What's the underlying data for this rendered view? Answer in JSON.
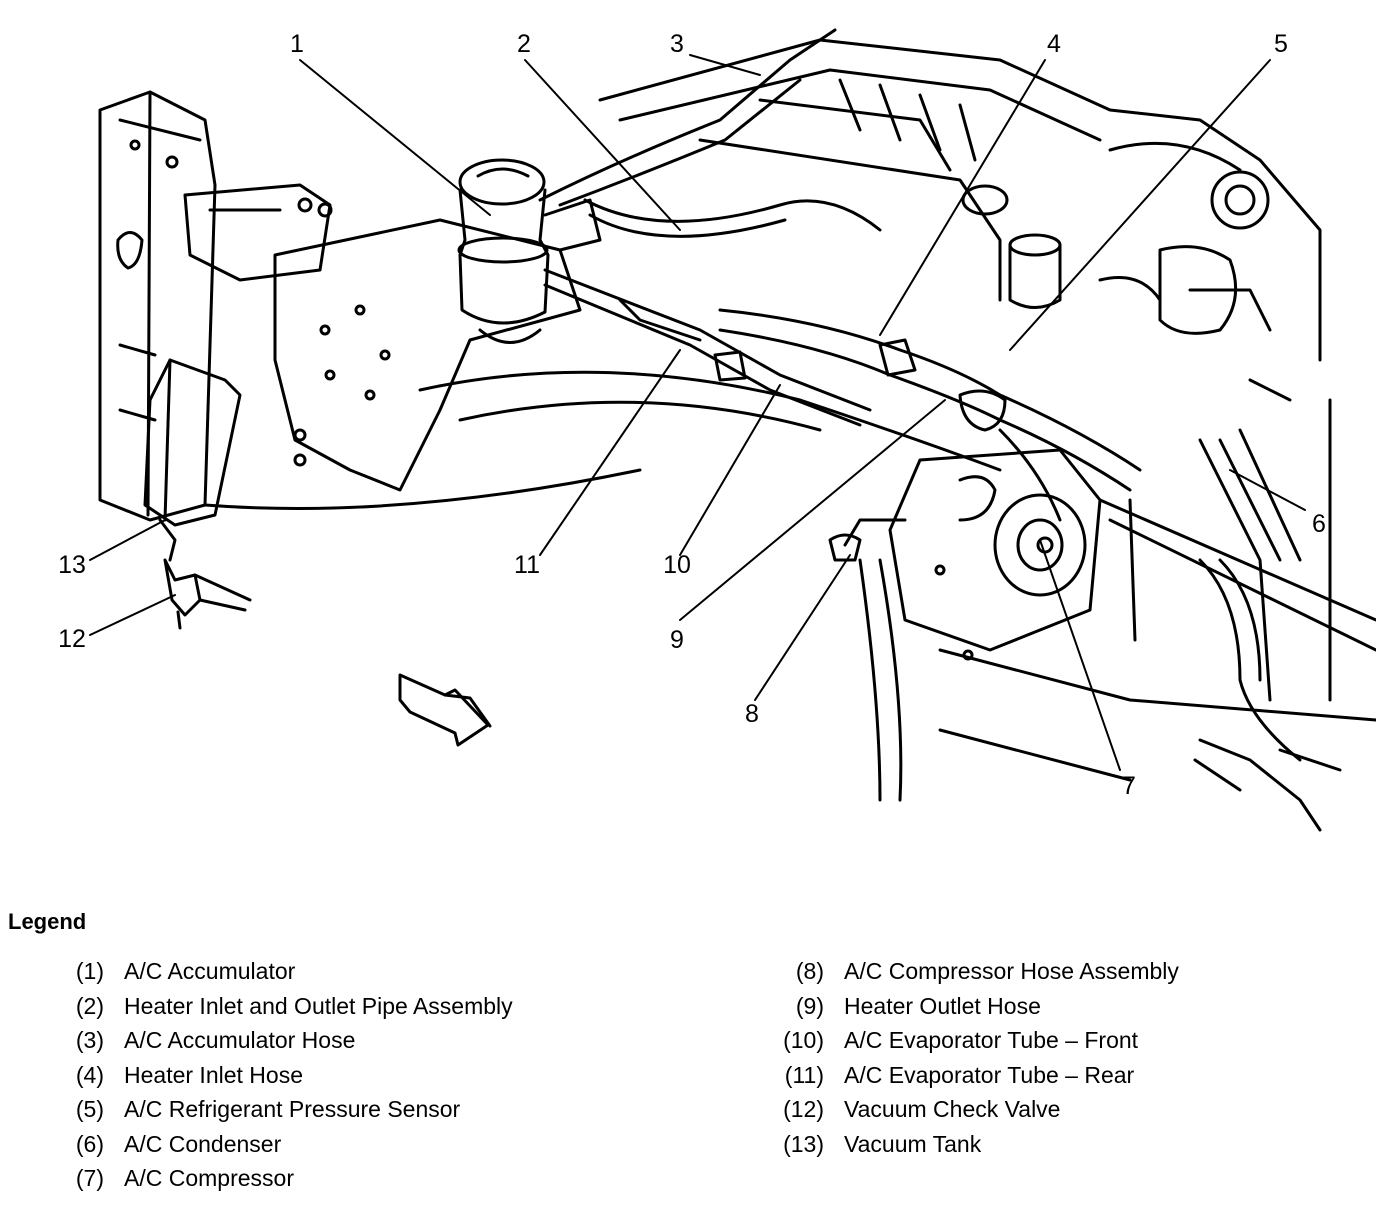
{
  "callouts": [
    "1",
    "2",
    "3",
    "4",
    "5",
    "6",
    "7",
    "8",
    "9",
    "10",
    "11",
    "12",
    "13"
  ],
  "legend": {
    "title": "Legend",
    "left": [
      {
        "num": "(1)",
        "text": "A/C Accumulator"
      },
      {
        "num": "(2)",
        "text": "Heater Inlet and Outlet Pipe Assembly"
      },
      {
        "num": "(3)",
        "text": "A/C Accumulator Hose"
      },
      {
        "num": "(4)",
        "text": "Heater Inlet Hose"
      },
      {
        "num": "(5)",
        "text": "A/C Refrigerant Pressure Sensor"
      },
      {
        "num": "(6)",
        "text": "A/C Condenser"
      },
      {
        "num": "(7)",
        "text": "A/C Compressor"
      }
    ],
    "right": [
      {
        "num": "(8)",
        "text": "A/C Compressor Hose Assembly"
      },
      {
        "num": "(9)",
        "text": "Heater Outlet Hose"
      },
      {
        "num": "(10)",
        "text": "A/C Evaporator Tube – Front"
      },
      {
        "num": "(11)",
        "text": "A/C Evaporator Tube – Rear"
      },
      {
        "num": "(12)",
        "text": "Vacuum Check Valve"
      },
      {
        "num": "(13)",
        "text": "Vacuum Tank"
      }
    ]
  },
  "colors": {
    "ink": "#000000",
    "paper": "#ffffff"
  }
}
